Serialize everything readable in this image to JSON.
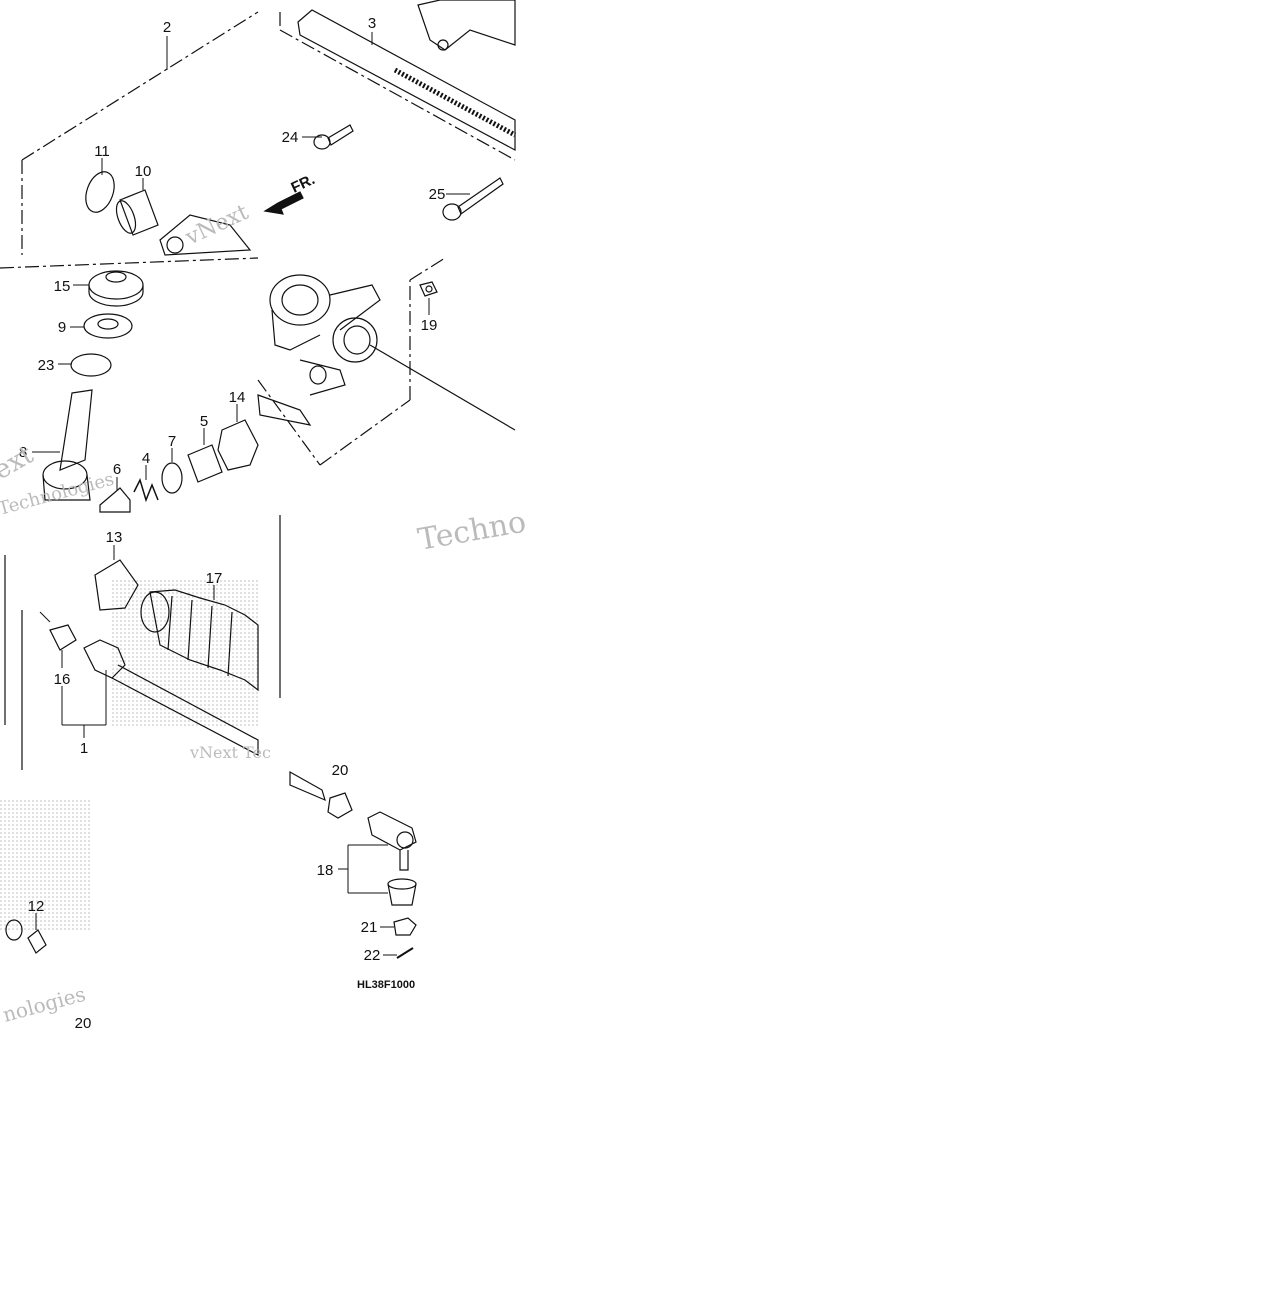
{
  "diagram": {
    "labels": [
      "1",
      "2",
      "3",
      "4",
      "5",
      "6",
      "7",
      "8",
      "9",
      "10",
      "11",
      "12",
      "13",
      "14",
      "15",
      "16",
      "17",
      "18",
      "19",
      "20",
      "21",
      "22",
      "23",
      "24",
      "25",
      "20"
    ],
    "direction_marker": "FR.",
    "diagram_code": "HL38F1000",
    "watermark": [
      "vNext Tec",
      "vNext",
      "Techno",
      "Technologies",
      "nologies",
      "ext"
    ]
  },
  "colors": {
    "line": "#111111",
    "watermark": "#bbbbbb",
    "background": "#ffffff"
  }
}
